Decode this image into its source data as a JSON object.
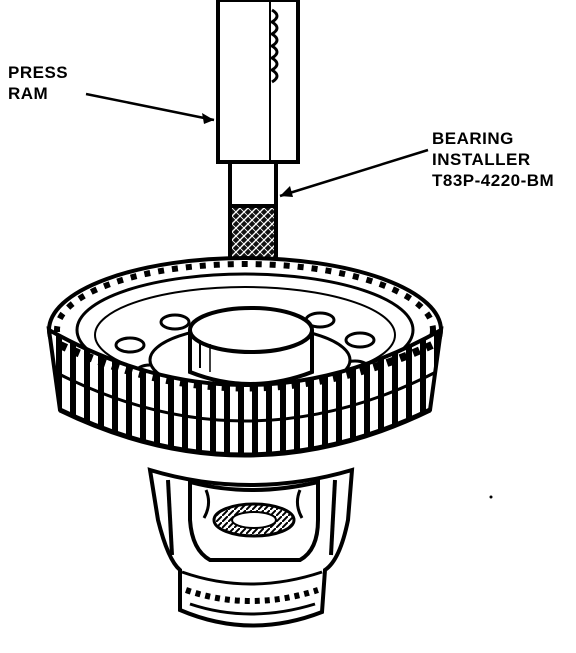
{
  "labels": {
    "press_ram": {
      "line1": "PRESS",
      "line2": "RAM"
    },
    "bearing_installer": {
      "line1": "BEARING",
      "line2": "INSTALLER",
      "line3": "T83P-4220-BM"
    }
  },
  "colors": {
    "ink": "#000000",
    "paper": "#ffffff",
    "shade": "#1a1a1a"
  }
}
